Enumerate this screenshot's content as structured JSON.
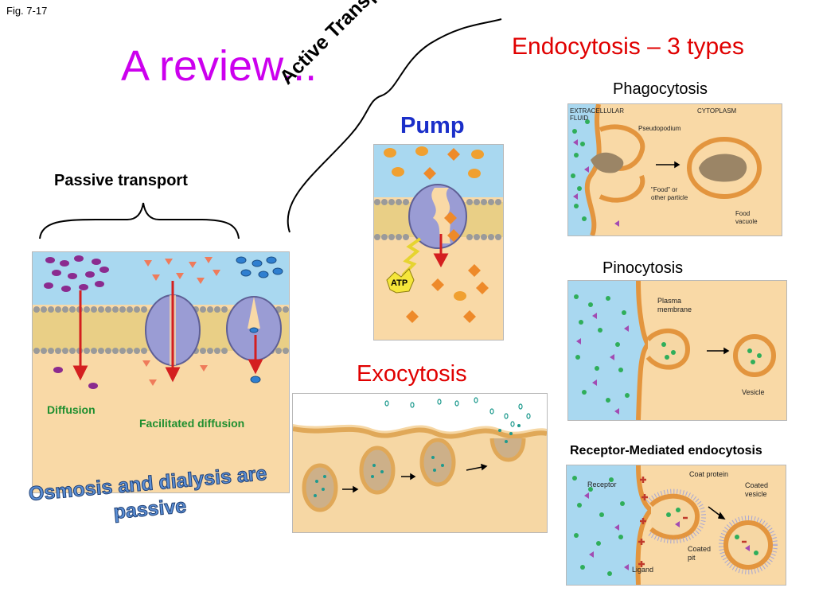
{
  "figure_ref": "Fig. 7-17",
  "title": "A review...",
  "active_transport": "Active Transport",
  "passive_transport": "Passive transport",
  "pump": {
    "label": "Pump",
    "atp": "ATP"
  },
  "passive_panel": {
    "diffusion": "Diffusion",
    "facilitated": "Facilitated diffusion"
  },
  "exocytosis": "Exocytosis",
  "endocytosis": {
    "title": "Endocytosis – 3 types",
    "phagocytosis": {
      "label": "Phagocytosis",
      "extracellular": "EXTRACELLULAR",
      "fluid": "FLUID",
      "cytoplasm": "CYTOPLASM",
      "pseudopodium": "Pseudopodium",
      "food1": "\"Food\" or",
      "food2": "other particle",
      "vac1": "Food",
      "vac2": "vacuole"
    },
    "pinocytosis": {
      "label": "Pinocytosis",
      "plasma1": "Plasma",
      "plasma2": "membrane",
      "vesicle": "Vesicle"
    },
    "receptor_mediated": {
      "label": "Receptor-Mediated endocytosis",
      "receptor": "Receptor",
      "coat_protein": "Coat protein",
      "coated_vesicle1": "Coated",
      "coated_vesicle2": "vesicle",
      "coated_pit1": "Coated",
      "coated_pit2": "pit",
      "ligand": "Ligand"
    }
  },
  "note": "Osmosis and dialysis are passive",
  "colors": {
    "title": "#cc00ee",
    "heading_red": "#e00000",
    "pump_blue": "#1b2fc9",
    "extracellular": "#a9d8f0",
    "cytoplasm": "#f9d9a6",
    "membrane": "#e8a85a",
    "diffusion_green": "#1f8f2f"
  }
}
